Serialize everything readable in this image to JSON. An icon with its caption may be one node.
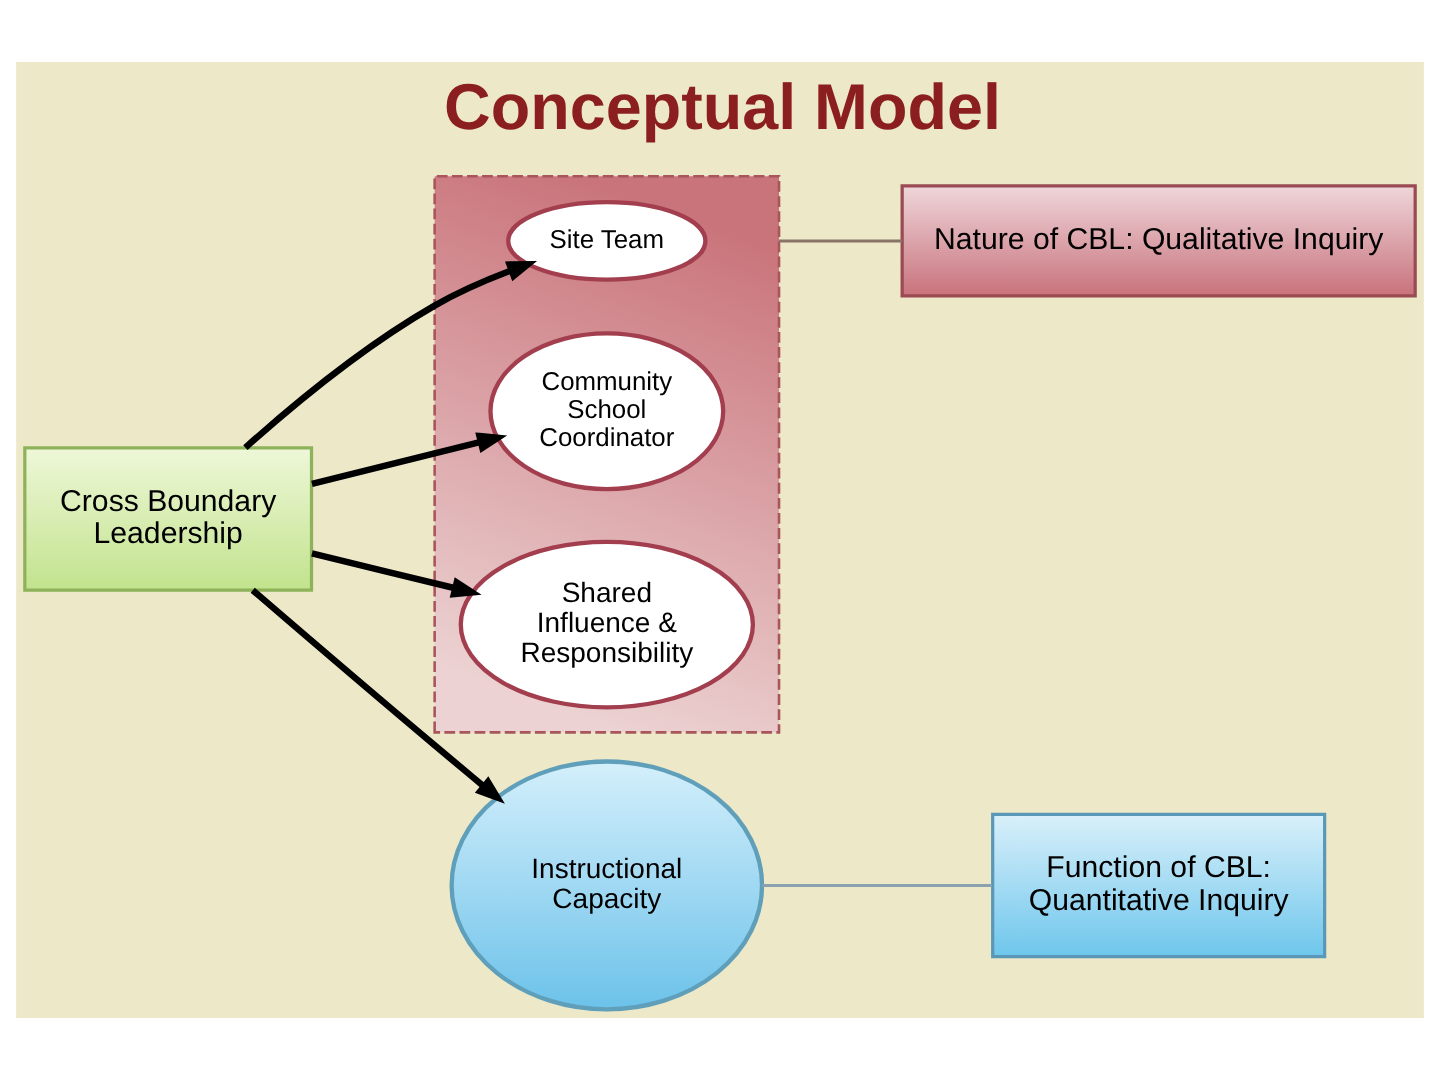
{
  "diagram": {
    "title": "Conceptual Model",
    "nodes": [
      {
        "text": [],
        "shape": "box"
      },
      {
        "text": [
          "Site Team"
        ],
        "in": 0
      },
      {
        "text": [
          "Community School Coordinator"
        ],
        "in": 0
      },
      {
        "text": [
          "Shared Influence & Responsibility"
        ],
        "in": 0
      },
      {
        "text": [
          "Cross Boundary Leadership"
        ]
      },
      {
        "text": [
          "Instructional Capacity"
        ]
      },
      {
        "text": [
          "Nature of CBL: Qualitative Inquiry"
        ]
      },
      {
        "text": [
          "Function of CBL: Quantitative Inquiry"
        ]
      }
    ],
    "edges": [
      {
        "from": 4,
        "to": 1,
        "arrow": "to"
      },
      {
        "from": 4,
        "to": 2,
        "arrow": "to"
      },
      {
        "from": 4,
        "to": 3,
        "arrow": "to"
      },
      {
        "from": 4,
        "to": 5,
        "arrow": "to"
      },
      {
        "from": 0,
        "to": 6,
        "arrow": "none",
        "color": "#8a7468"
      },
      {
        "from": 5,
        "to": 7,
        "arrow": "none",
        "color": "#8aa2ae"
      }
    ]
  }
}
